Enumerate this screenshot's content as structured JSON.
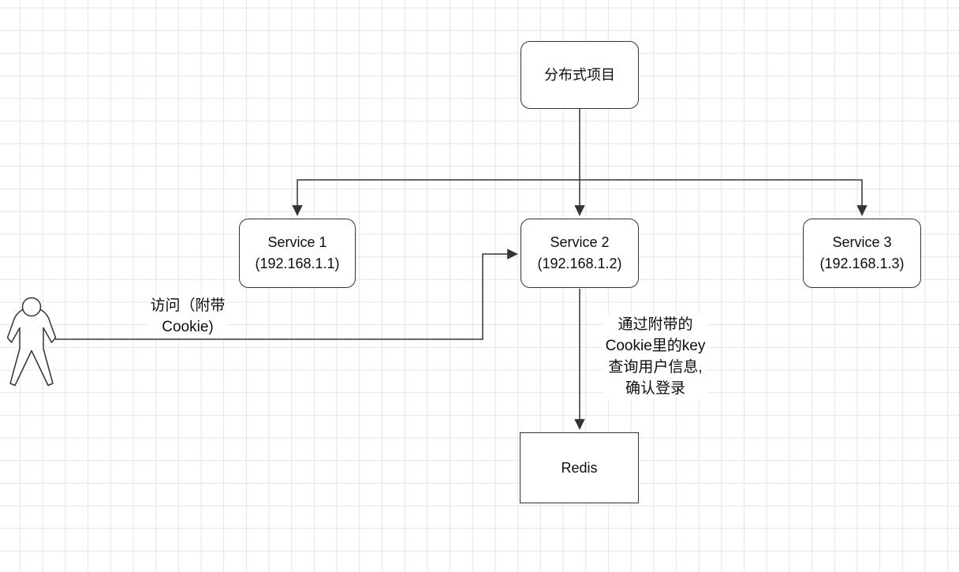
{
  "nodes": [
    {
      "id": "distributed-project",
      "label": "分布式项目"
    },
    {
      "id": "service-1",
      "label": "Service 1\n(192.168.1.1)"
    },
    {
      "id": "service-2",
      "label": "Service 2\n(192.168.1.2)"
    },
    {
      "id": "service-3",
      "label": "Service 3\n(192.168.1.3)"
    },
    {
      "id": "redis",
      "label": "Redis"
    }
  ],
  "edge_labels": {
    "access": "访问（附带\nCookie)",
    "redis_query": "通过附带的\nCookie里的key\n查询用户信息,\n确认登录"
  },
  "icons": {
    "user_actor": "stick-figure-person"
  },
  "colors": {
    "stroke_color": "#333333",
    "node_fill": "#ffffff",
    "text_color": "#0d0d0d",
    "grid_color": "#e4e4e4",
    "canvas_color": "#ffffff"
  }
}
